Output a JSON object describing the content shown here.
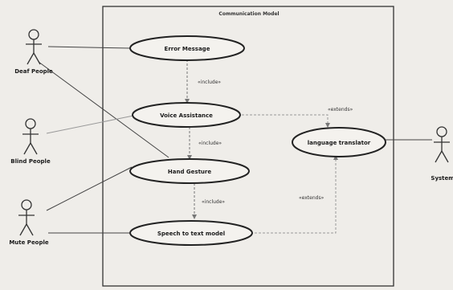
{
  "diagram": {
    "boundary_title": "Communication Model",
    "actors": {
      "deaf": "Deaf People",
      "blind": "Blind People",
      "mute": "Mute People",
      "system": "System"
    },
    "use_cases": {
      "error_message": "Error Message",
      "voice_assistance": "Voice Assistance",
      "hand_gesture": "Hand Gesture",
      "speech_to_text": "Speech to text model",
      "language_translator": "language translator"
    },
    "relations": {
      "include_1": "«include»",
      "include_2": "«include»",
      "include_3": "«include»",
      "extend_1": "«extends»",
      "extend_2": "«extends»"
    }
  }
}
